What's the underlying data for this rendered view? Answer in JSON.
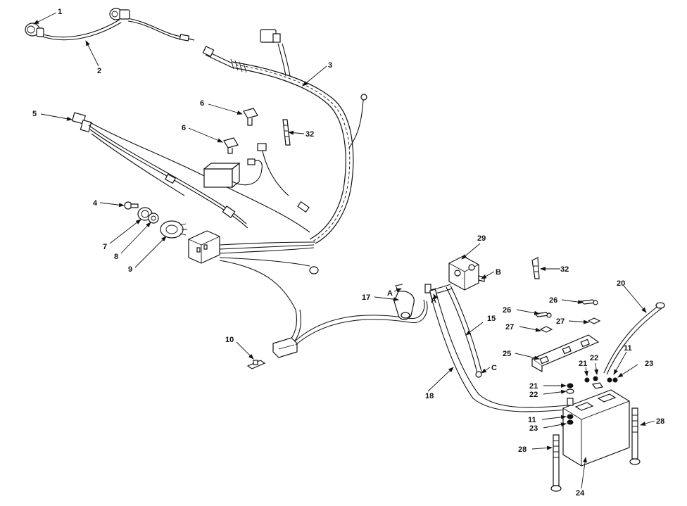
{
  "callouts": [
    {
      "id": "c1",
      "text": "1"
    },
    {
      "id": "c2",
      "text": "2"
    },
    {
      "id": "c3",
      "text": "3"
    },
    {
      "id": "c4",
      "text": "4"
    },
    {
      "id": "c5",
      "text": "5"
    },
    {
      "id": "c6a",
      "text": "6"
    },
    {
      "id": "c6b",
      "text": "6"
    },
    {
      "id": "c7",
      "text": "7"
    },
    {
      "id": "c8",
      "text": "8"
    },
    {
      "id": "c9",
      "text": "9"
    },
    {
      "id": "c10",
      "text": "10"
    },
    {
      "id": "c11a",
      "text": "11"
    },
    {
      "id": "c11b",
      "text": "11"
    },
    {
      "id": "c15",
      "text": "15"
    },
    {
      "id": "c17",
      "text": "17"
    },
    {
      "id": "c18",
      "text": "18"
    },
    {
      "id": "c20",
      "text": "20"
    },
    {
      "id": "c21a",
      "text": "21"
    },
    {
      "id": "c21b",
      "text": "21"
    },
    {
      "id": "c22a",
      "text": "22"
    },
    {
      "id": "c22b",
      "text": "22"
    },
    {
      "id": "c23a",
      "text": "23"
    },
    {
      "id": "c23b",
      "text": "23"
    },
    {
      "id": "c24",
      "text": "24"
    },
    {
      "id": "c25",
      "text": "25"
    },
    {
      "id": "c26a",
      "text": "26"
    },
    {
      "id": "c26b",
      "text": "26"
    },
    {
      "id": "c27a",
      "text": "27"
    },
    {
      "id": "c27b",
      "text": "27"
    },
    {
      "id": "c28a",
      "text": "28"
    },
    {
      "id": "c28b",
      "text": "28"
    },
    {
      "id": "c29",
      "text": "29"
    },
    {
      "id": "c32a",
      "text": "32"
    },
    {
      "id": "c32b",
      "text": "32"
    },
    {
      "id": "cA1",
      "text": "A"
    },
    {
      "id": "cA2",
      "text": "A"
    },
    {
      "id": "cB",
      "text": "B"
    },
    {
      "id": "cC",
      "text": "C"
    }
  ]
}
